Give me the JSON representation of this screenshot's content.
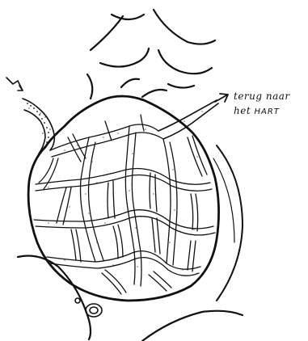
{
  "figure": {
    "annotation_line1": "terug naar",
    "annotation_line2_prefix": "het ",
    "annotation_line2_caps": "HART",
    "ink_color": "#111111",
    "paper_color": "#ffffff",
    "stipple_color": "#444444",
    "in_arrow_icon": "arrow-in-icon",
    "out_arrow_icon": "arrow-out-icon"
  }
}
